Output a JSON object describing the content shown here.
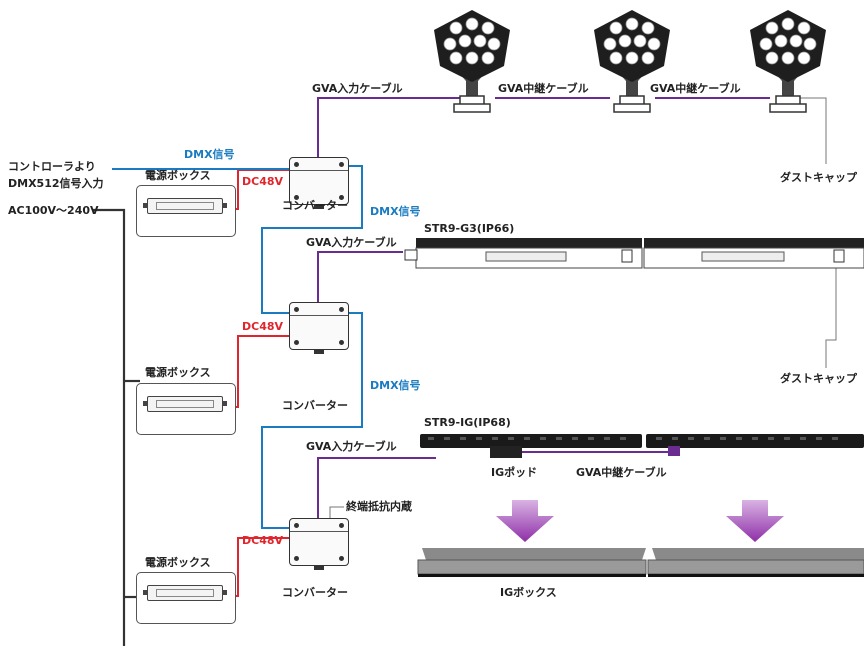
{
  "labels": {
    "from_controller_line1": "コントローラより",
    "from_controller_line2": "DMX512信号入力",
    "ac_input": "AC100V～240V",
    "power_box": "電源ボックス",
    "dc48v": "DC48V",
    "dmx_signal": "DMX信号",
    "converter": "コンバーター",
    "gva_input_cable": "GVA入力ケーブル",
    "gva_relay_cable": "GVA中継ケーブル",
    "dust_cap": "ダストキャップ",
    "str9_g3": "STR9-G3(IP66)",
    "str9_ig": "STR9-IG(IP68)",
    "ig_pod": "IGポッド",
    "terminator": "終端抵抗内蔵",
    "ig_box": "IGボックス"
  },
  "colors": {
    "dmx": "#1a7bc0",
    "dc": "#e0262d",
    "gva": "#6a2c91",
    "mains": "#333333",
    "arrow": "#9b3fb0"
  },
  "icons": [
    "floodlight-icon",
    "linear-light-bar-icon",
    "ig-light-bar-icon",
    "ig-box-icon",
    "down-arrow-icon"
  ]
}
